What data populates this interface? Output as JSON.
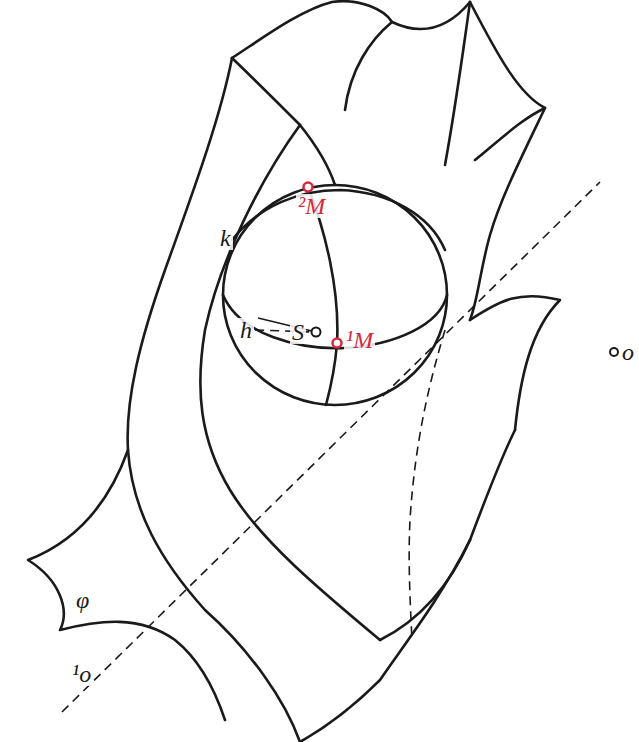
{
  "diagram": {
    "labels": [
      "²M",
      "k",
      "h",
      "S",
      "¹M",
      "o",
      "φ",
      "¹o"
    ]
  }
}
